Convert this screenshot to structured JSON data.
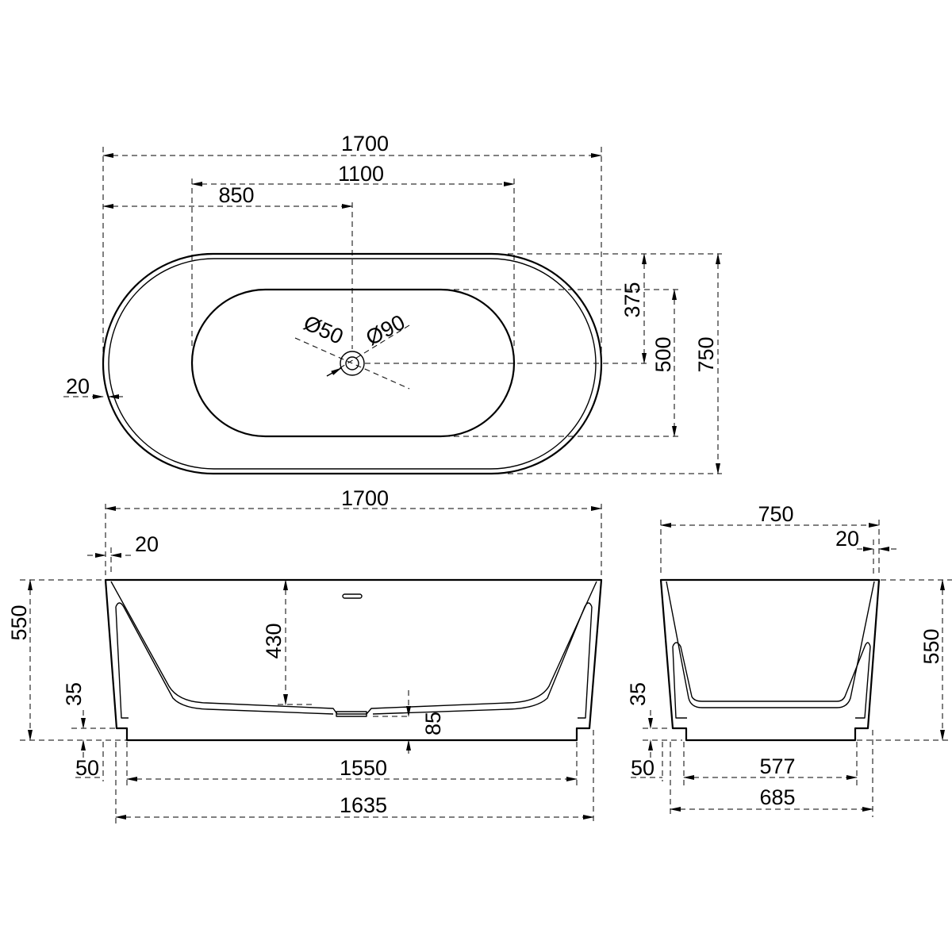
{
  "units": "mm",
  "views": {
    "top": {
      "overall_length": "1700",
      "basin_length": "1100",
      "drain_offset": "850",
      "rim": "20",
      "half_width": "375",
      "basin_width": "500",
      "overall_width": "750",
      "drain_inner": "Ø50",
      "drain_outer": "Ø90"
    },
    "front": {
      "overall_length": "1700",
      "rim": "20",
      "height": "550",
      "inner_depth": "430",
      "plinth_step": "35",
      "plinth_inset": "50",
      "drain_depth": "85",
      "base_length": "1550",
      "plinth_length": "1635"
    },
    "side": {
      "overall_width": "750",
      "rim": "20",
      "height": "550",
      "plinth_step": "35",
      "plinth_inset": "50",
      "base_width": "577",
      "plinth_width": "685"
    }
  }
}
